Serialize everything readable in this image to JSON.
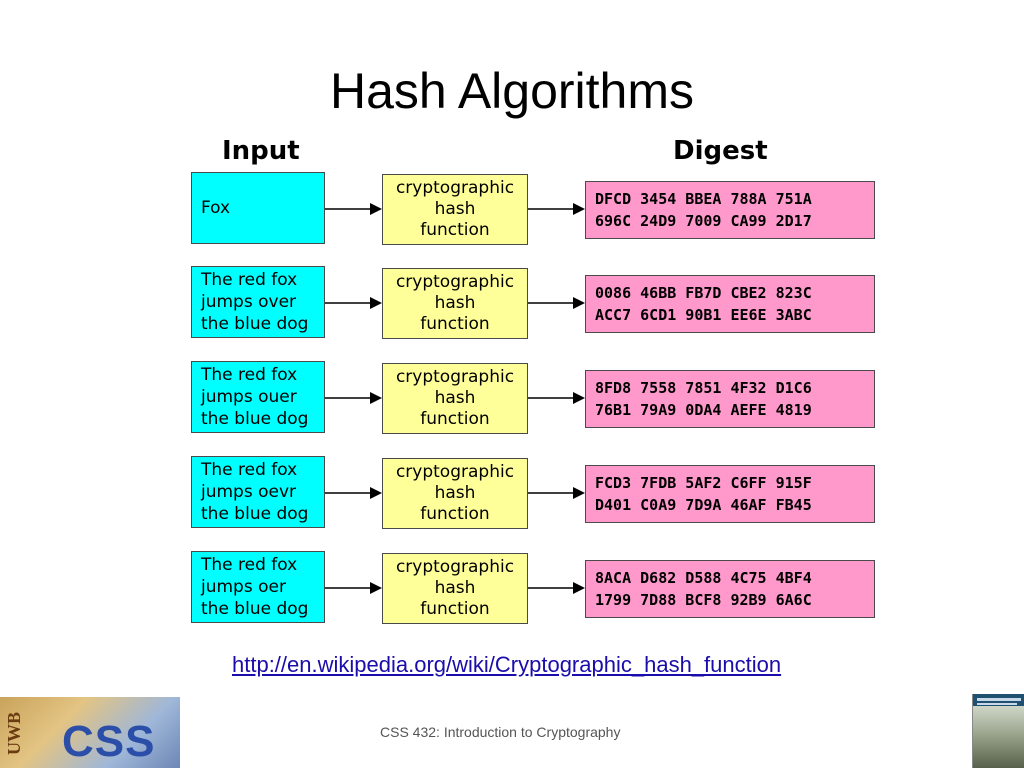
{
  "slide": {
    "title": "Hash Algorithms",
    "footer": "CSS 432: Introduction to Cryptography",
    "source_link": "http://en.wikipedia.org/wiki/Cryptographic_hash_function"
  },
  "diagram": {
    "input_header": "Input",
    "digest_header": "Digest",
    "rows": [
      {
        "input": "Fox",
        "function": "cryptographic\nhash\nfunction",
        "digest": "DFCD 3454 BBEA 788A 751A\n696C 24D9 7009 CA99 2D17"
      },
      {
        "input": "The red fox\njumps over\nthe blue dog",
        "function": "cryptographic\nhash\nfunction",
        "digest": "0086 46BB FB7D CBE2 823C\nACC7 6CD1 90B1 EE6E 3ABC"
      },
      {
        "input": "The red fox\njumps ouer\nthe blue dog",
        "function": "cryptographic\nhash\nfunction",
        "digest": "8FD8 7558 7851 4F32 D1C6\n76B1 79A9 0DA4 AEFE 4819"
      },
      {
        "input": "The red fox\njumps oevr\nthe blue dog",
        "function": "cryptographic\nhash\nfunction",
        "digest": "FCD3 7FDB 5AF2 C6FF 915F\nD401 C0A9 7D9A 46AF FB45"
      },
      {
        "input": "The red fox\njumps oer\nthe blue dog",
        "function": "cryptographic\nhash\nfunction",
        "digest": "8ACA D682 D588 4C75 4BF4\n1799 7D88 BCF8 92B9 6A6C"
      }
    ]
  },
  "logos": {
    "left_logo_text_vertical": "UWB",
    "left_logo_text": "CSS",
    "right_logo_icon": "book-cover-icon"
  },
  "colors": {
    "input_fill": "#00ffff",
    "function_fill": "#ffff99",
    "digest_fill": "#ff99cc",
    "link_color": "#1a0dab"
  }
}
